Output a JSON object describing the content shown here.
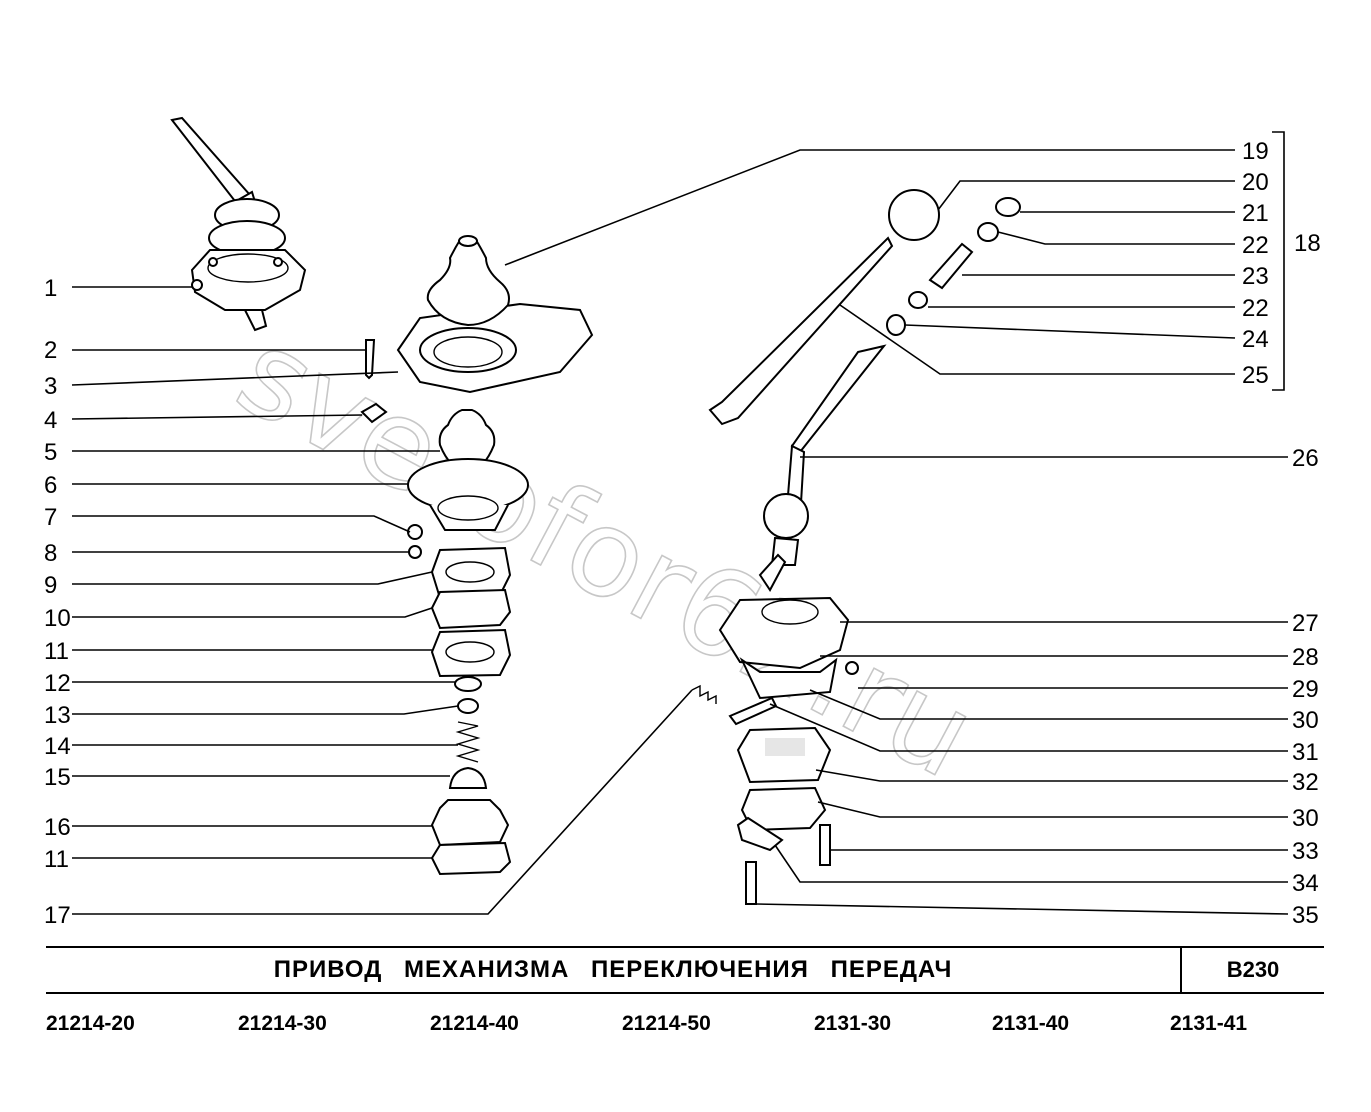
{
  "title": "ПРИВОД МЕХАНИЗМА ПЕРЕКЛЮЧЕНИЯ ПЕРЕДАЧ",
  "page_code": "B230",
  "watermark": "svetofor62.ru",
  "models": [
    "21214-20",
    "21214-30",
    "21214-40",
    "21214-50",
    "2131-30",
    "2131-40",
    "2131-41"
  ],
  "callouts_left": [
    "1",
    "2",
    "3",
    "4",
    "5",
    "6",
    "7",
    "8",
    "9",
    "10",
    "11",
    "12",
    "13",
    "14",
    "15",
    "16",
    "11",
    "17"
  ],
  "callouts_right": [
    "19",
    "20",
    "21",
    "22",
    "23",
    "22",
    "24",
    "25",
    "26",
    "27",
    "28",
    "29",
    "30",
    "31",
    "32",
    "30",
    "33",
    "34",
    "35"
  ],
  "group_label": "18"
}
